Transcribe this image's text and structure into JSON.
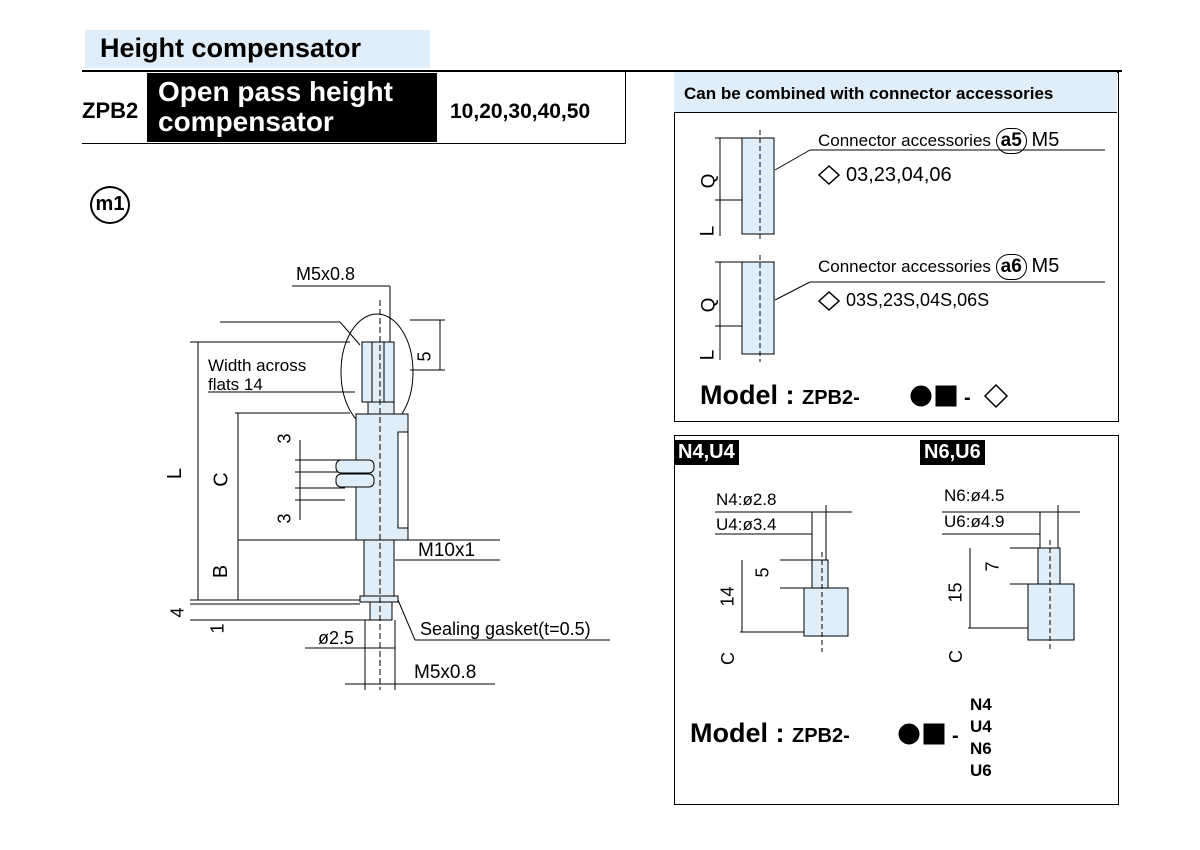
{
  "header": {
    "title": "Height compensator",
    "code": "ZPB2",
    "name_line1": "Open pass height",
    "name_line2": "compensator",
    "sizes": "10,20,30,40,50"
  },
  "main_drawing": {
    "badge": "m1",
    "labels": {
      "top_thread": "M5x0.8",
      "width_line1": "Width across",
      "width_line2": "flats 14",
      "dim_5": "5",
      "dim_L": "L",
      "dim_C": "C",
      "dim_3a": "3",
      "dim_3b": "3",
      "dim_B": "B",
      "mid_thread": "M10x1",
      "dim_4": "4",
      "dim_1": "1",
      "gasket": "Sealing gasket(t=0.5)",
      "bore": "ø2.5",
      "bottom_thread": "M5x0.8"
    }
  },
  "accessories": {
    "header": "Can be combined with connector accessories",
    "items": [
      {
        "label": "Connector accessories",
        "badge": "a5",
        "thread": "M5",
        "options": "03,23,04,06",
        "dim_Q": "Q",
        "dim_L": "L"
      },
      {
        "label": "Connector accessories",
        "badge": "a6",
        "thread": "M5",
        "options": "03S,23S,04S,06S",
        "dim_Q": "Q",
        "dim_L": "L"
      }
    ],
    "model_label": "Model : ",
    "model_code": "ZPB2",
    "model_tail": "-"
  },
  "nozzles": {
    "left": {
      "tag": "N4,U4",
      "line1": "N4:ø2.8",
      "line2": "U4:ø3.4",
      "dim_5": "5",
      "dim_14": "14",
      "dim_C": "C"
    },
    "right": {
      "tag": "N6,U6",
      "line1": "N6:ø4.5",
      "line2": "U6:ø4.9",
      "dim_7": "7",
      "dim_15": "15",
      "dim_C": "C"
    },
    "model_label": "Model : ",
    "model_code": "ZPB2",
    "suffixes": [
      "N4",
      "U4",
      "N6",
      "U6"
    ]
  }
}
